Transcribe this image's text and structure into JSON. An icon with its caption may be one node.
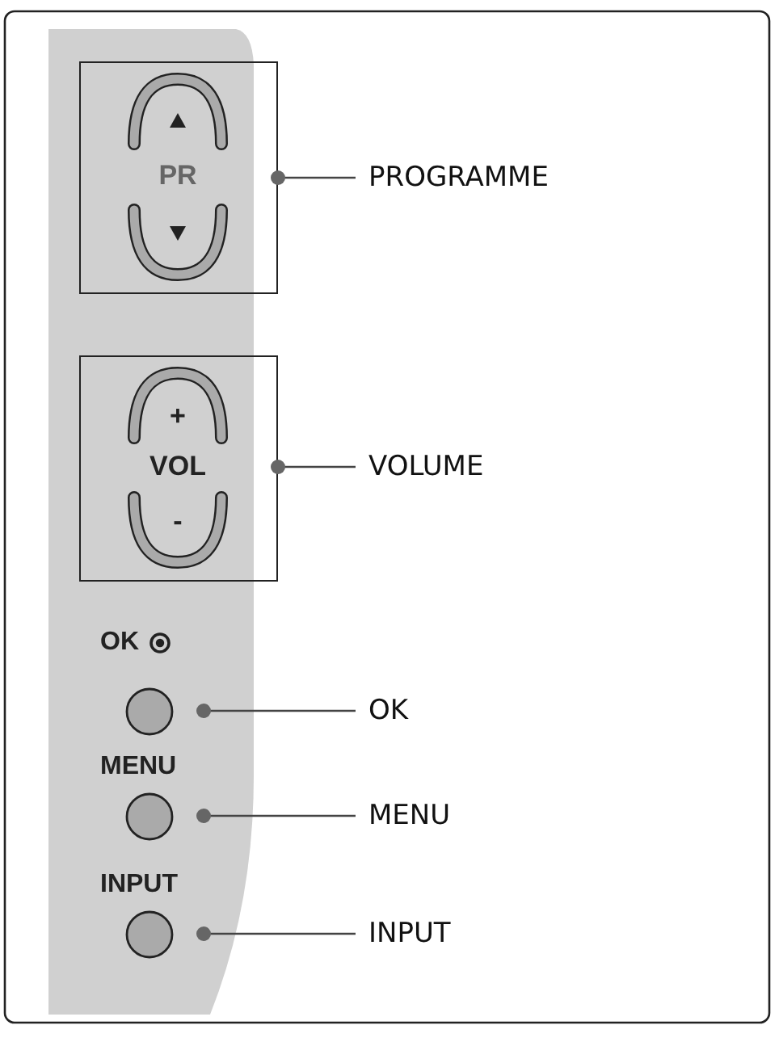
{
  "diagram": {
    "nodes": [
      {
        "text": [
          "PR"
        ]
      },
      {
        "text": [
          "PROGRAMME"
        ]
      },
      {
        "text": [
          "+",
          "VOL",
          "-"
        ]
      },
      {
        "text": [
          "VOLUME"
        ]
      },
      {
        "text": [
          "OK"
        ]
      },
      {
        "text": [
          "OK"
        ]
      },
      {
        "text": [
          "MENU"
        ]
      },
      {
        "text": [
          "MENU"
        ]
      },
      {
        "text": [
          "INPUT"
        ]
      },
      {
        "text": [
          "INPUT"
        ]
      }
    ],
    "edges": [
      {
        "from": 0,
        "to": 1,
        "arrow": "other"
      },
      {
        "from": 2,
        "to": 3,
        "arrow": "other"
      },
      {
        "from": 4,
        "to": 5,
        "arrow": "other"
      },
      {
        "from": 6,
        "to": 7,
        "arrow": "other"
      },
      {
        "from": 8,
        "to": 9,
        "arrow": "other"
      }
    ]
  }
}
